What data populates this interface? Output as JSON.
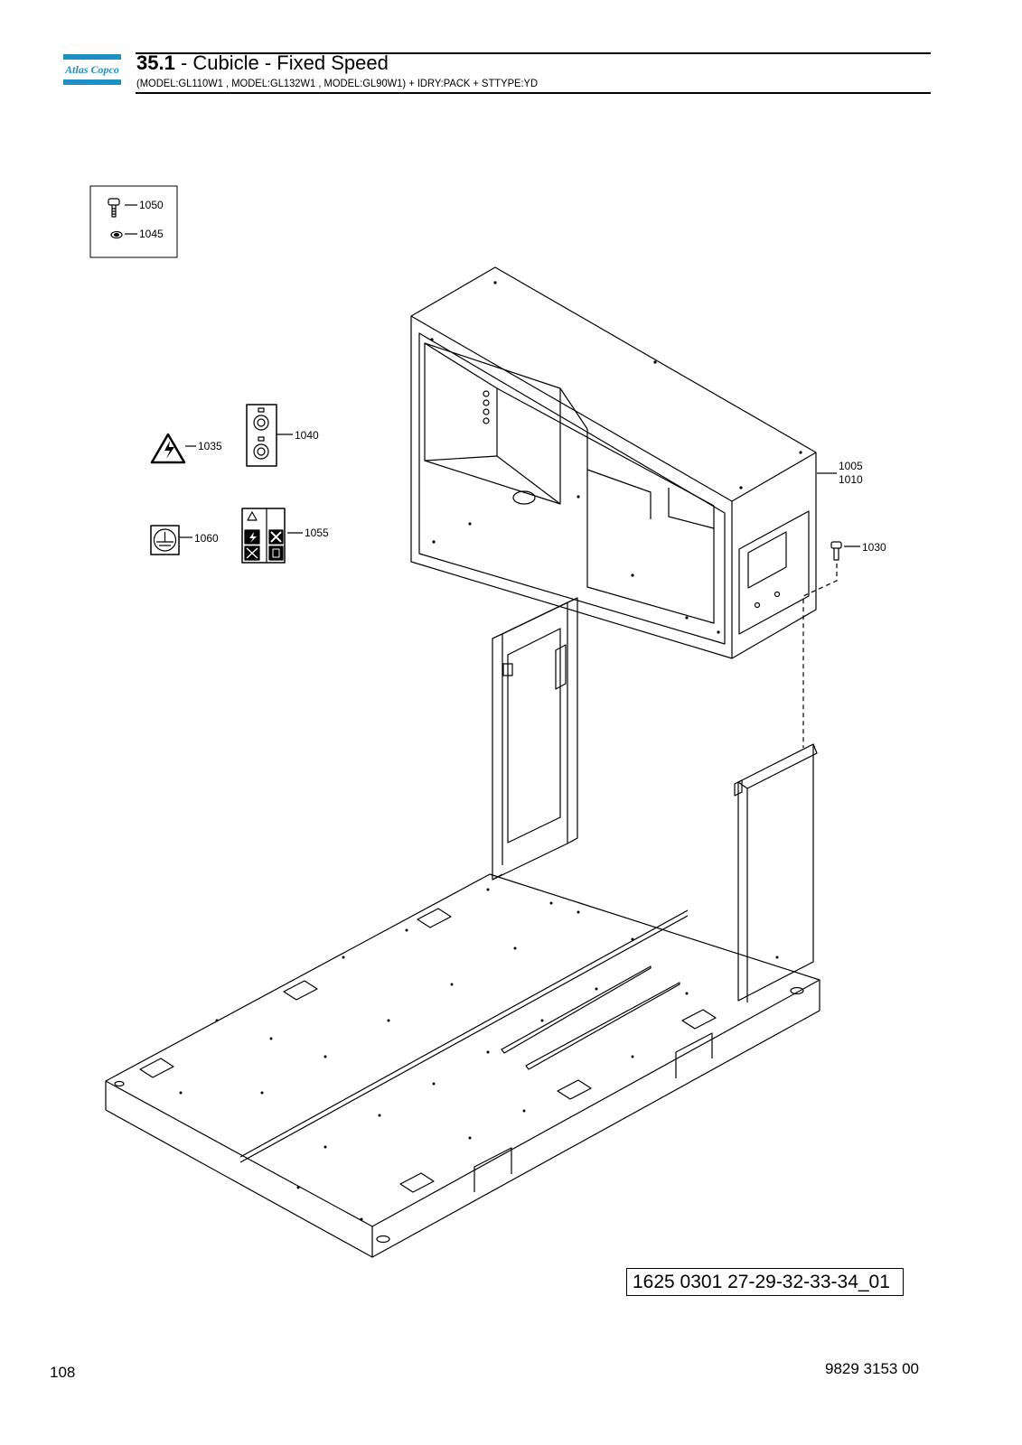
{
  "header": {
    "brand": "Atlas Copco",
    "section_number": "35.1",
    "section_title": " - Cubicle - Fixed Speed",
    "subtitle": "(MODEL:GL110W1 , MODEL:GL132W1 , MODEL:GL90W1) + IDRY:PACK + STTYPE:YD",
    "colors": {
      "brand_blue": "#1c8fc4",
      "ink": "#000000"
    }
  },
  "callouts": {
    "c1050": "1050",
    "c1045": "1045",
    "c1035": "1035",
    "c1040": "1040",
    "c1060": "1060",
    "c1055": "1055",
    "c1005": "1005",
    "c1010": "1010",
    "c1030": "1030"
  },
  "drawing_reference": "1625 0301 27-29-32-33-34_01",
  "footer": {
    "page_number": "108",
    "document_number": "9829 3153 00"
  },
  "icons": [
    "bolt-icon",
    "washer-icon",
    "high-voltage-warning-icon",
    "label-icon",
    "earth-ground-icon",
    "safety-instructions-label-icon"
  ]
}
